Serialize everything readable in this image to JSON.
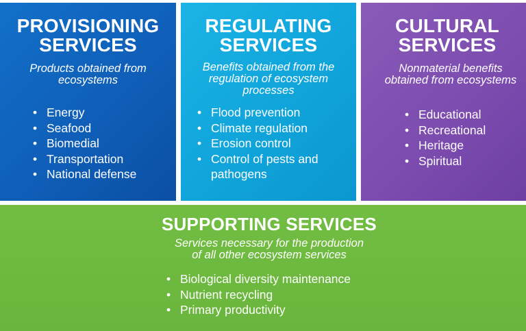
{
  "provisioning": {
    "title_line1": "PROVISIONING",
    "title_line2": "SERVICES",
    "subtitle_line1": "Products obtained from",
    "subtitle_line2": "ecosystems",
    "items": [
      "Energy",
      "Seafood",
      "Biomedial",
      "Transportation",
      "National defense"
    ],
    "color": "#0f5db6"
  },
  "regulating": {
    "title_line1": "REGULATING",
    "title_line2": "SERVICES",
    "subtitle_line1": "Benefits obtained from the",
    "subtitle_line2": "regulation of ecosystem",
    "subtitle_line3": "processes",
    "items": [
      "Flood prevention",
      "Climate regulation",
      "Erosion control",
      "Control of pests and pathogens"
    ],
    "color": "#0fa3d9"
  },
  "cultural": {
    "title_line1": "CULTURAL",
    "title_line2": "SERVICES",
    "subtitle_line1": "Nonmaterial benefits",
    "subtitle_line2": "obtained from ecosystems",
    "items": [
      "Educational",
      "Recreational",
      "Heritage",
      "Spiritual"
    ],
    "color": "#7b4bae"
  },
  "supporting": {
    "title": "SUPPORTING SERVICES",
    "subtitle_line1": "Services necessary for the production",
    "subtitle_line2": "of all other ecosystem services",
    "items": [
      "Biological diversity maintenance",
      "Nutrient recycling",
      "Primary productivity"
    ],
    "color": "#6ab53d"
  }
}
